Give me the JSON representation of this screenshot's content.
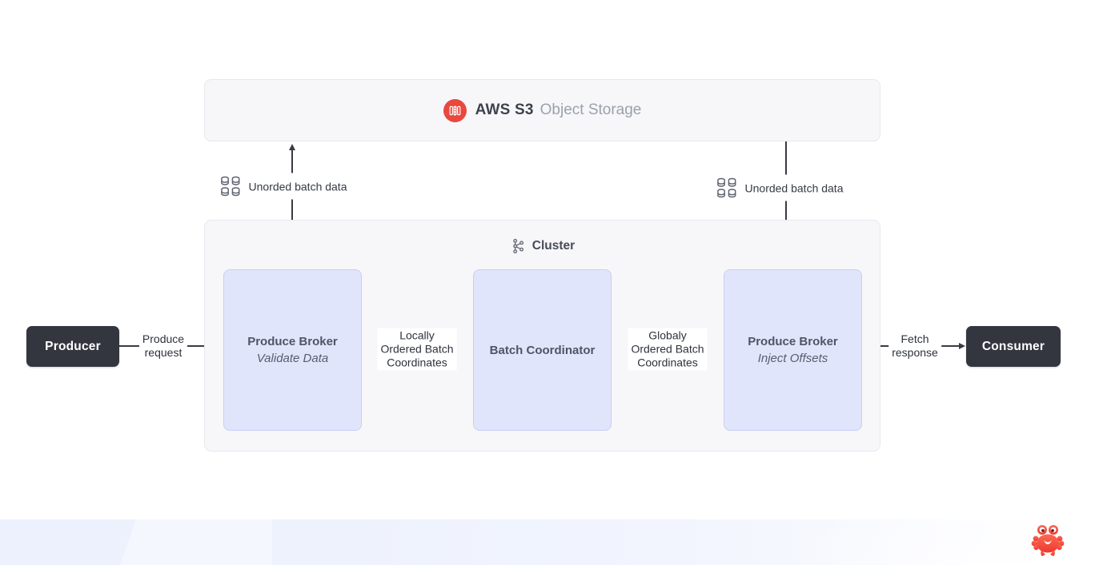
{
  "storage": {
    "title_bold": "AWS S3",
    "title_light": "Object Storage",
    "icon": "s3-bucket-icon",
    "icon_color": "#e8483e"
  },
  "cluster": {
    "title": "Cluster",
    "icon": "kafka-cluster-icon"
  },
  "nodes": {
    "producer": {
      "label": "Producer"
    },
    "consumer": {
      "label": "Consumer"
    },
    "broker_validate": {
      "title": "Produce Broker",
      "subtitle": "Validate Data"
    },
    "coordinator": {
      "title": "Batch Coordinator"
    },
    "broker_inject": {
      "title": "Produce Broker",
      "subtitle": "Inject Offsets"
    }
  },
  "edges": {
    "produce_request": {
      "lines": [
        "Produce",
        "request"
      ]
    },
    "locally_ordered": {
      "lines": [
        "Locally",
        "Ordered Batch",
        "Coordinates"
      ]
    },
    "globally_ordered": {
      "lines": [
        "Globaly",
        "Ordered Batch",
        "Coordinates"
      ]
    },
    "fetch_response": {
      "lines": [
        "Fetch",
        "response"
      ]
    },
    "unordered_left": {
      "label": "Unorded batch data",
      "icon": "database-grid-icon"
    },
    "unordered_right": {
      "label": "Unorded batch data",
      "icon": "database-grid-icon"
    }
  },
  "footer": {
    "logo": "crab-logo"
  },
  "colors": {
    "accent_red": "#e8483e",
    "node_dark": "#33363f",
    "node_lavender_bg": "#e1e5fb",
    "node_lavender_border": "#c9cef2",
    "panel_bg": "#f7f7f9",
    "panel_border": "#e7e8ec",
    "arrow": "#383b45",
    "footer_band": "#eef2fd",
    "crab_gradient_top": "#fb6a55",
    "crab_gradient_bottom": "#ee3a2d"
  }
}
